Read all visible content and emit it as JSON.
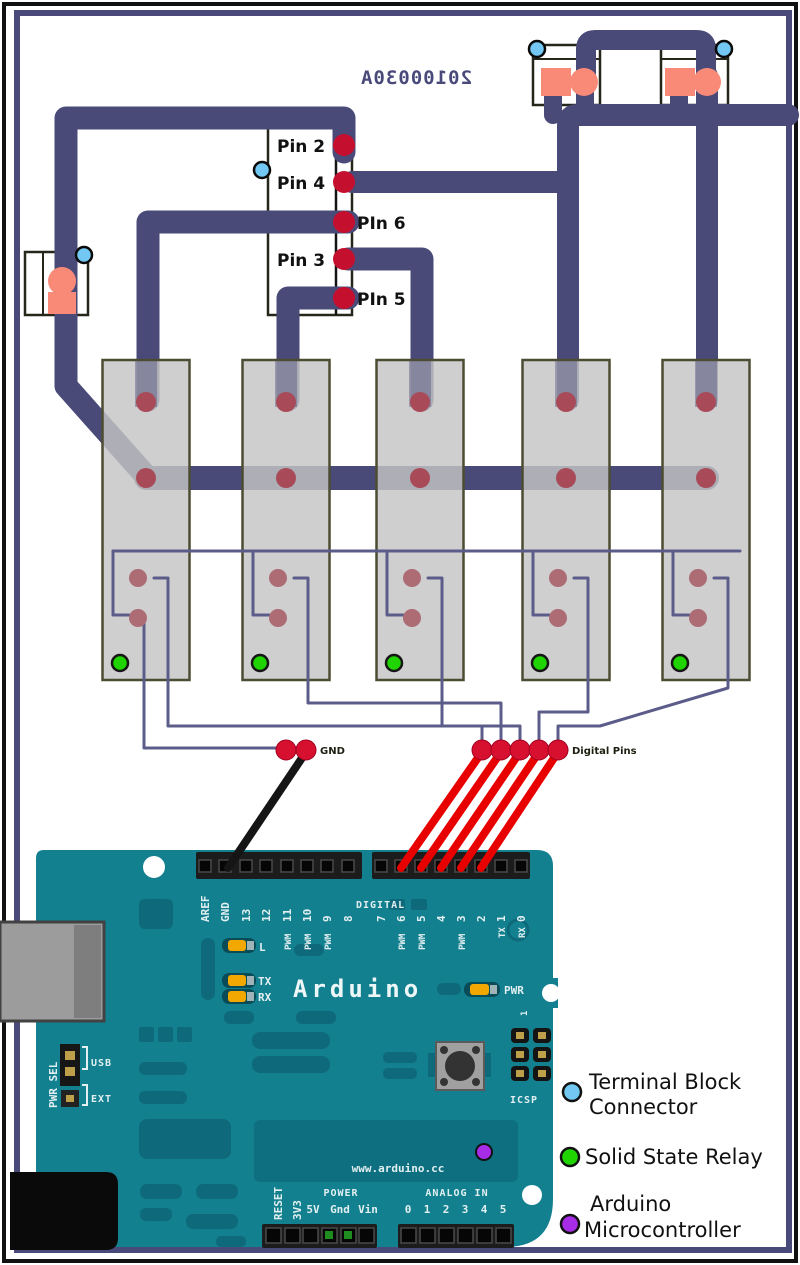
{
  "board_id": "20100030A",
  "pin_box": {
    "pin2": "Pin 2",
    "pin4": "Pin 4",
    "pin6": "PIn 6",
    "pin3": "Pin 3",
    "pin5": "PIn 5"
  },
  "labels": {
    "gnd": "GND",
    "digital_pins": "Digital Pins"
  },
  "arduino": {
    "logo": "Arduino",
    "url": "www.arduino.cc",
    "top_left_pins": [
      "AREF",
      "GND",
      "13",
      "12",
      "11",
      "10",
      "9",
      "8"
    ],
    "top_right_pins": [
      "7",
      "6",
      "5",
      "4",
      "3",
      "2",
      "1",
      "0"
    ],
    "digital": "DIGITAL",
    "pwm": "PWM",
    "tx": "TX",
    "rx": "RX",
    "led_l": "L",
    "pwr": "PWR",
    "reset": "RESET",
    "v33": "3V3",
    "power": "POWER",
    "p5v": "5V",
    "pgnd": "Gnd",
    "pvin": "Vin",
    "analog_label": "ANALOG IN",
    "analog_pins": [
      "0",
      "1",
      "2",
      "3",
      "4",
      "5"
    ],
    "pwr_sel": "PWR SEL",
    "usb": "USB",
    "ext": "EXT",
    "icsp": "ICSP",
    "icsp_pin1": "1"
  },
  "legend": [
    {
      "color": "#72c8f2",
      "line1": "Terminal Block",
      "line2": "Connector"
    },
    {
      "color": "#1fd400",
      "line1": "Solid State Relay",
      "line2": ""
    },
    {
      "color": "#a62ce6",
      "line1": "Arduino",
      "line2": "Microcontroller"
    }
  ],
  "colors": {
    "trace": "#4a4a78",
    "thin_trace": "#5c5c8a",
    "wire_red": "#e80000",
    "wire_black": "#151515",
    "board": "#12808f",
    "relay_dot": "#a84a58",
    "terminal_salmon": "#f98a78",
    "pad_red": "#c40f2e",
    "relay_green": "#1fd400",
    "terminal_blue": "#72c8f2",
    "micro_purple": "#a62ce6"
  }
}
